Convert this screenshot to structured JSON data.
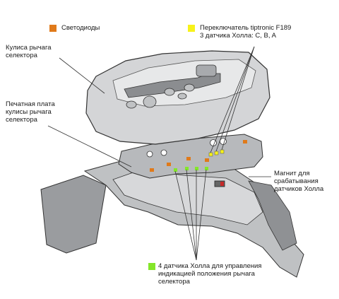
{
  "labels": {
    "leds": "Светодиоды",
    "tiptronic": "Переключатель tiptronic F189\n3 датчика Холла: C, B, A",
    "gate": "Кулиса рычага\nселектора",
    "pcb": "Печатная плата\nкулисы рычага\nселектора",
    "magnet": "Магнит для\nсрабатывания\nдатчиков Холла",
    "hall4": "4 датчика Холла для управления\nиндикацией положения рычага\nселектора"
  },
  "colors": {
    "leds": "#e07a1a",
    "tiptronic": "#f7f21a",
    "hall4": "#84e62a",
    "housing": "#c8c9cb",
    "dark_part": "#9a9c9f"
  }
}
